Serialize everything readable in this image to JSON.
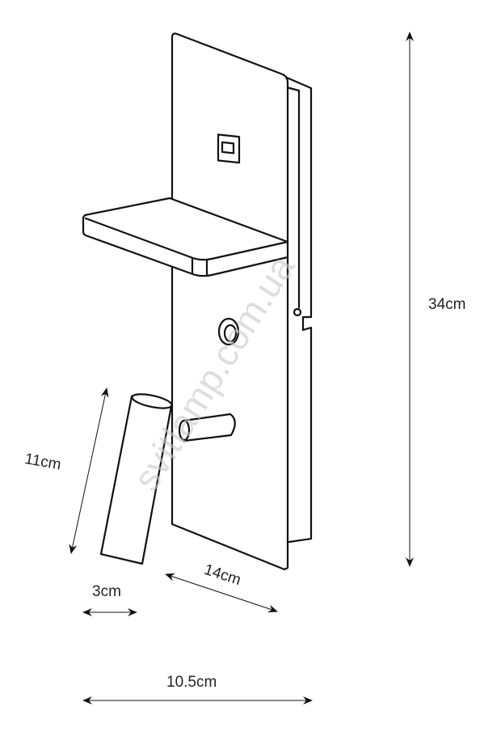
{
  "title": "Wall lamp with shelf – dimensions drawing",
  "dimensions": {
    "height": "34cm",
    "spot_length": "11cm",
    "spot_diameter": "3cm",
    "depth": "14cm",
    "width": "10.5cm"
  },
  "watermark": "svitlamp.com.ua"
}
